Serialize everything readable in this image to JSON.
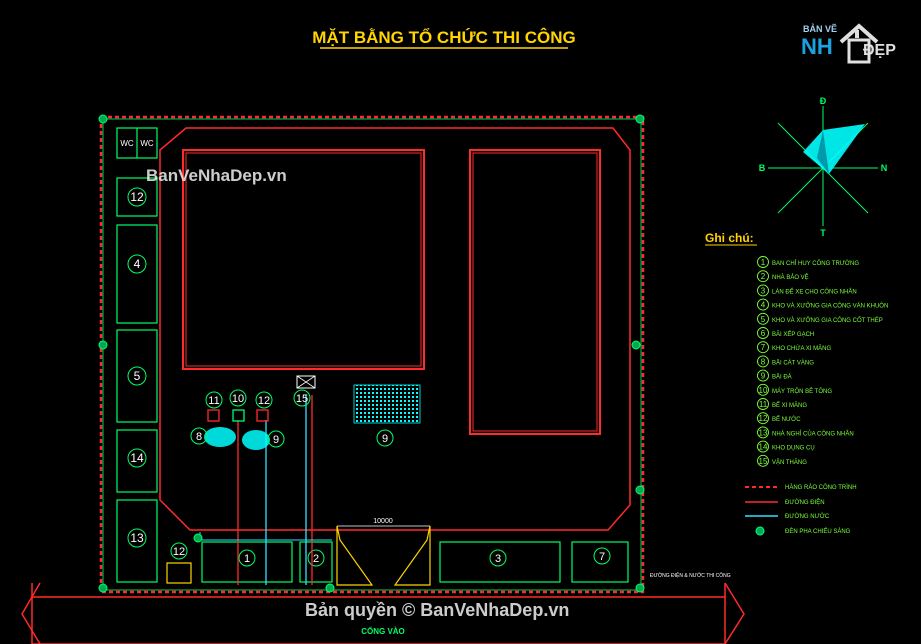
{
  "title": "MẶT BẰNG TỔ CHỨC THI CÔNG",
  "compass": {
    "north": "Đ",
    "south": "T",
    "west": "B",
    "east": "N"
  },
  "legend": {
    "heading": "Ghi chú:",
    "items": [
      {
        "num": "1",
        "text": "BAN CHỈ HUY CÔNG TRƯỜNG"
      },
      {
        "num": "2",
        "text": "NHÀ BẢO VỆ"
      },
      {
        "num": "3",
        "text": "LÁN ĐỂ XE CHO CÔNG NHÂN"
      },
      {
        "num": "4",
        "text": "KHO VÀ XƯỞNG GIA CÔNG VÁN KHUÔN"
      },
      {
        "num": "5",
        "text": "KHO VÀ XƯỞNG GIA CÔNG CỐT THÉP"
      },
      {
        "num": "6",
        "text": "BÃI XẾP GẠCH"
      },
      {
        "num": "7",
        "text": "KHO CHỨA XI MĂNG"
      },
      {
        "num": "8",
        "text": "BÃI CÁT VÀNG"
      },
      {
        "num": "9",
        "text": "BÃI ĐÁ"
      },
      {
        "num": "10",
        "text": "MÁY TRỘN BÊ TÔNG"
      },
      {
        "num": "11",
        "text": "BỂ XI MĂNG"
      },
      {
        "num": "12",
        "text": "BỂ NƯỚC"
      },
      {
        "num": "13",
        "text": "NHÀ NGHỈ CỦA CÔNG NHÂN"
      },
      {
        "num": "14",
        "text": "KHO DỤNG CỤ"
      },
      {
        "num": "15",
        "text": "VẬN THĂNG"
      }
    ],
    "lines": [
      {
        "text": "HÀNG RÀO CÔNG TRÌNH",
        "color": "#ff2a2a"
      },
      {
        "text": "ĐƯỜNG ĐIỆN",
        "color": "#ff2a2a"
      },
      {
        "text": "ĐƯỜNG NƯỚC",
        "color": "#36e0ff"
      },
      {
        "text": "ĐÈN PHA CHIẾU SÁNG",
        "color": "#00ff7f"
      }
    ]
  },
  "plan": {
    "wc_left": "WC",
    "wc_right": "WC",
    "left_column": [
      "12",
      "4",
      "5",
      "14",
      "13"
    ],
    "bottom_row": [
      "12",
      "1",
      "2",
      "3",
      "7"
    ],
    "center_labels": [
      "11",
      "10",
      "12",
      "15",
      "8",
      "9",
      "9"
    ],
    "gate_dimension": "10000",
    "gate_label": "CỔNG VÀO",
    "service_note": "ĐƯỜNG ĐIỆN & NƯỚC THI CÔNG"
  },
  "watermark": {
    "upper": "BanVeNhaDep.vn",
    "lower": "Bản quyền © BanVeNhaDep.vn",
    "logo_top": "BẢN VẼ",
    "logo_nha": "NH",
    "logo_dep": "ĐẸP"
  },
  "colors": {
    "title": "#ffd400",
    "legend_text": "#7cff3a",
    "outline": "#ff2a2a",
    "building": "#ff2a2a",
    "site": "#00ff66",
    "water": "#36e0ff",
    "accent_yellow": "#ffd400",
    "cyan": "#00ffff"
  }
}
